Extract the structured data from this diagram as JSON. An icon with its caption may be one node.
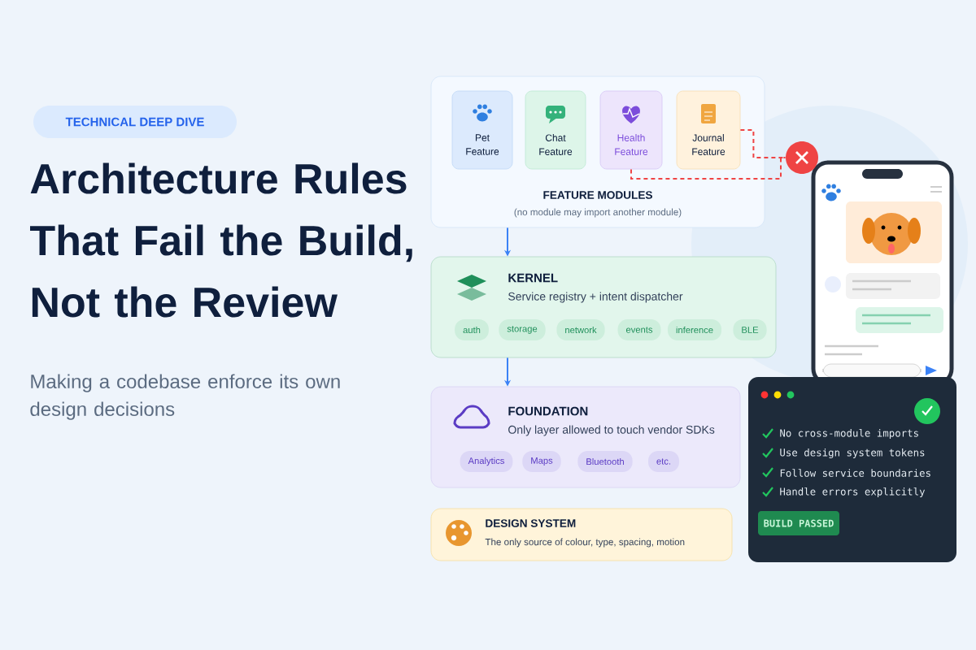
{
  "diagram": {
    "title": "Architecture Rules That Fail the Build, Not the Review",
    "nodes": [
      {
        "text": [
          "TECHNICAL DEEP DIVE"
        ]
      },
      {
        "text": [
          "FEATURE MODULES",
          "(no module may import another module)"
        ]
      },
      {
        "text": [
          "Pet Feature"
        ],
        "in": 1
      },
      {
        "text": [
          "Chat Feature"
        ],
        "in": 1
      },
      {
        "text": [
          "Health Feature"
        ],
        "in": 1
      },
      {
        "text": [
          "Journal Feature"
        ],
        "in": 1
      },
      {
        "text": [],
        "shape": "circle"
      },
      {
        "text": [
          "KERNEL",
          "Service registry + intent dispatcher"
        ]
      },
      {
        "text": [
          "auth"
        ],
        "in": 7
      },
      {
        "text": [
          "storage"
        ],
        "in": 7
      },
      {
        "text": [
          "network"
        ],
        "in": 7
      },
      {
        "text": [
          "events"
        ],
        "in": 7
      },
      {
        "text": [
          "inference"
        ],
        "in": 7
      },
      {
        "text": [
          "BLE"
        ],
        "in": 7
      },
      {
        "text": [
          "FOUNDATION",
          "Only layer allowed to touch vendor SDKs"
        ]
      },
      {
        "text": [
          "Analytics"
        ],
        "in": 14
      },
      {
        "text": [
          "Maps"
        ],
        "in": 14
      },
      {
        "text": [
          "Bluetooth"
        ],
        "in": 14
      },
      {
        "text": [
          "etc."
        ],
        "in": 14
      },
      {
        "text": [
          "DESIGN SYSTEM",
          "The only source of colour, type, spacing, motion"
        ]
      },
      {
        "text": [
          "No cross-module imports",
          "Use design system tokens",
          "Follow service boundaries",
          "Handle errors explicitly"
        ]
      },
      {
        "text": [
          "BUILD PASSED"
        ],
        "in": 20
      }
    ],
    "edges": [
      {
        "from": 1,
        "to": 7,
        "arrow": "to"
      },
      {
        "from": 7,
        "to": 14,
        "arrow": "to"
      },
      {
        "from": 4,
        "to": 6,
        "arrow": "none",
        "style": "dashed",
        "color": "#ef4444"
      },
      {
        "from": 5,
        "to": 6,
        "arrow": "none",
        "style": "dashed",
        "color": "#ef4444"
      }
    ],
    "labels": [
      "Making a codebase enforce its own design decisions"
    ]
  }
}
